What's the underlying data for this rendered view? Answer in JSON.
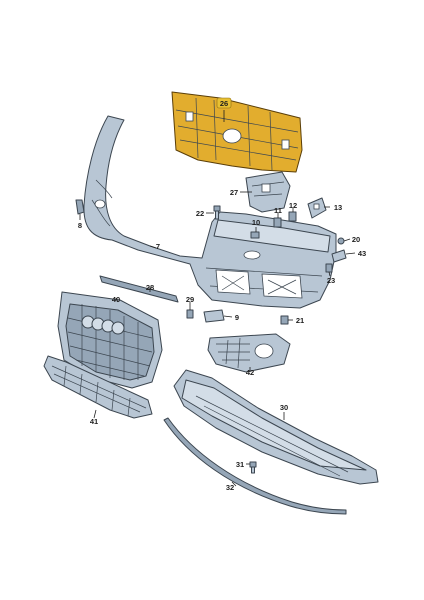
{
  "diagram": {
    "highlight_color": "#e2ad2e",
    "callouts": [
      {
        "id": "26",
        "label": "26",
        "highlighted": true
      },
      {
        "id": "8",
        "label": "8"
      },
      {
        "id": "27",
        "label": "27"
      },
      {
        "id": "22",
        "label": "22"
      },
      {
        "id": "11",
        "label": "11"
      },
      {
        "id": "12",
        "label": "12"
      },
      {
        "id": "10",
        "label": "10"
      },
      {
        "id": "13",
        "label": "13"
      },
      {
        "id": "20",
        "label": "20"
      },
      {
        "id": "43",
        "label": "43"
      },
      {
        "id": "7",
        "label": "7"
      },
      {
        "id": "23",
        "label": "23"
      },
      {
        "id": "40",
        "label": "40"
      },
      {
        "id": "28",
        "label": "28"
      },
      {
        "id": "29",
        "label": "29"
      },
      {
        "id": "9",
        "label": "9"
      },
      {
        "id": "21",
        "label": "21"
      },
      {
        "id": "42",
        "label": "42"
      },
      {
        "id": "30",
        "label": "30"
      },
      {
        "id": "41",
        "label": "41"
      },
      {
        "id": "31",
        "label": "31"
      },
      {
        "id": "32",
        "label": "32"
      }
    ]
  }
}
